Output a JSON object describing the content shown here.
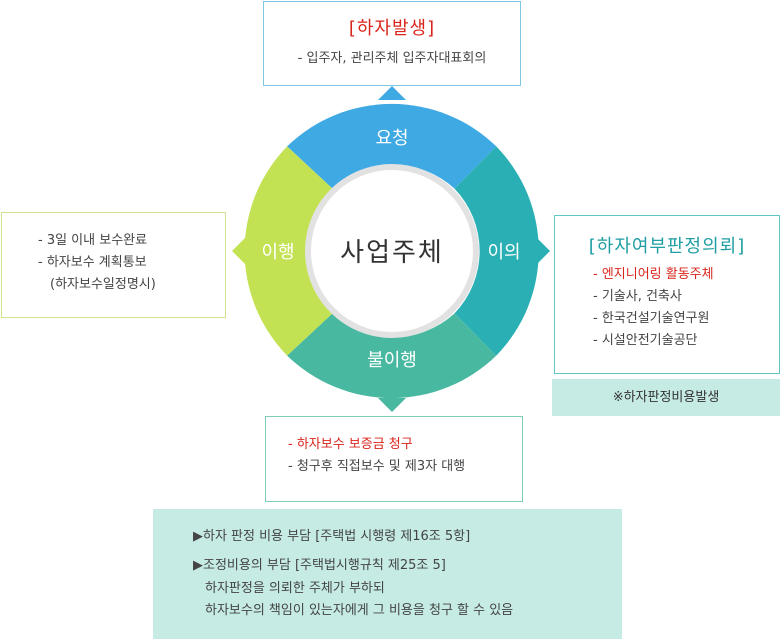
{
  "colors": {
    "top": "#3fa9e4",
    "right": "#2ab0b4",
    "bottom": "#48b8a0",
    "left": "#c3e253",
    "center_border": "#d8d8d8",
    "accent_red": "#d9261c",
    "note_bg": "#c5ebe4"
  },
  "center": {
    "label": "사업주체"
  },
  "ring": {
    "top": "요청",
    "right": "이의",
    "bottom": "불이행",
    "left": "이행"
  },
  "top_box": {
    "title": "[하자발생]",
    "lines": [
      "- 입주자, 관리주체 입주자대표회의"
    ]
  },
  "right_box": {
    "title": "[하자여부판정의뢰]",
    "lines": [
      "- 엔지니어링 활동주체",
      "- 기술사, 건축사",
      "- 한국건설기술연구원",
      "- 시설안전기술공단"
    ],
    "note": "※하자판정비용발생"
  },
  "left_box": {
    "lines": [
      "- 3일 이내 보수완료",
      "- 하자보수 계획통보",
      "(하자보수일정명시)"
    ]
  },
  "bottom_box": {
    "lines": [
      "- 하자보수 보증금 청구",
      "- 청구후 직접보수 및 제3자 대행"
    ]
  },
  "footer": {
    "lines": [
      "▶하자 판정 비용 부담 [주택법 시행령 제16조 5항]",
      "▶조정비용의 부담 [주택법시행규칙 제25조 5]",
      "하자판정을 의뢰한 주체가 부하되",
      "하자보수의 책임이 있는자에게 그 비용을 청구 할 수 있음"
    ]
  }
}
